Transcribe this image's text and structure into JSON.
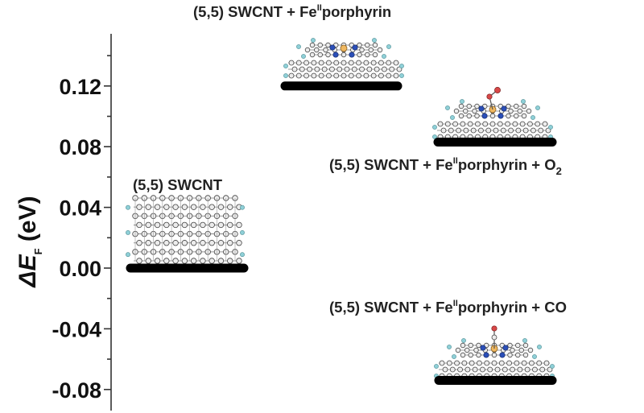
{
  "chart_data": {
    "type": "energy-level",
    "ylabel": {
      "prefix": "ΔE",
      "subscript": "F",
      "suffix": " (eV)"
    },
    "ylim": [
      -0.095,
      0.15
    ],
    "y_ticks": [
      0.12,
      0.08,
      0.04,
      0.0,
      -0.04,
      -0.08
    ],
    "y_tick_labels": [
      "0.12",
      "0.08",
      "0.04",
      "0.00",
      "-0.04",
      "-0.08"
    ],
    "y_minor_step": 0.02,
    "levels": [
      {
        "label_main": "(5,5)  SWCNT",
        "value": 0.0,
        "structure": "nanotube"
      },
      {
        "label_main": "(5,5)  SWCNT + Fe",
        "label_sup": "II",
        "label_rest": "porphyrin",
        "value": 0.12,
        "structure": "porphyrin"
      },
      {
        "label_main": "(5,5)  SWCNT + Fe",
        "label_sup": "II",
        "label_rest": "porphyrin  + O",
        "label_sub": "2",
        "value": 0.083,
        "structure": "porphyrin-o2"
      },
      {
        "label_main": "(5,5)  SWCNT + Fe",
        "label_sup": "II",
        "label_rest": "porphyrin  + CO",
        "value": -0.074,
        "structure": "porphyrin-co"
      }
    ],
    "colors": {
      "level": "#000000",
      "iron": "#f0b860",
      "nitrogen": "#2b4fb8",
      "oxygen": "#d84848",
      "carbon": "#cfcfcf",
      "hydrogen": "#8fd0d8"
    }
  }
}
